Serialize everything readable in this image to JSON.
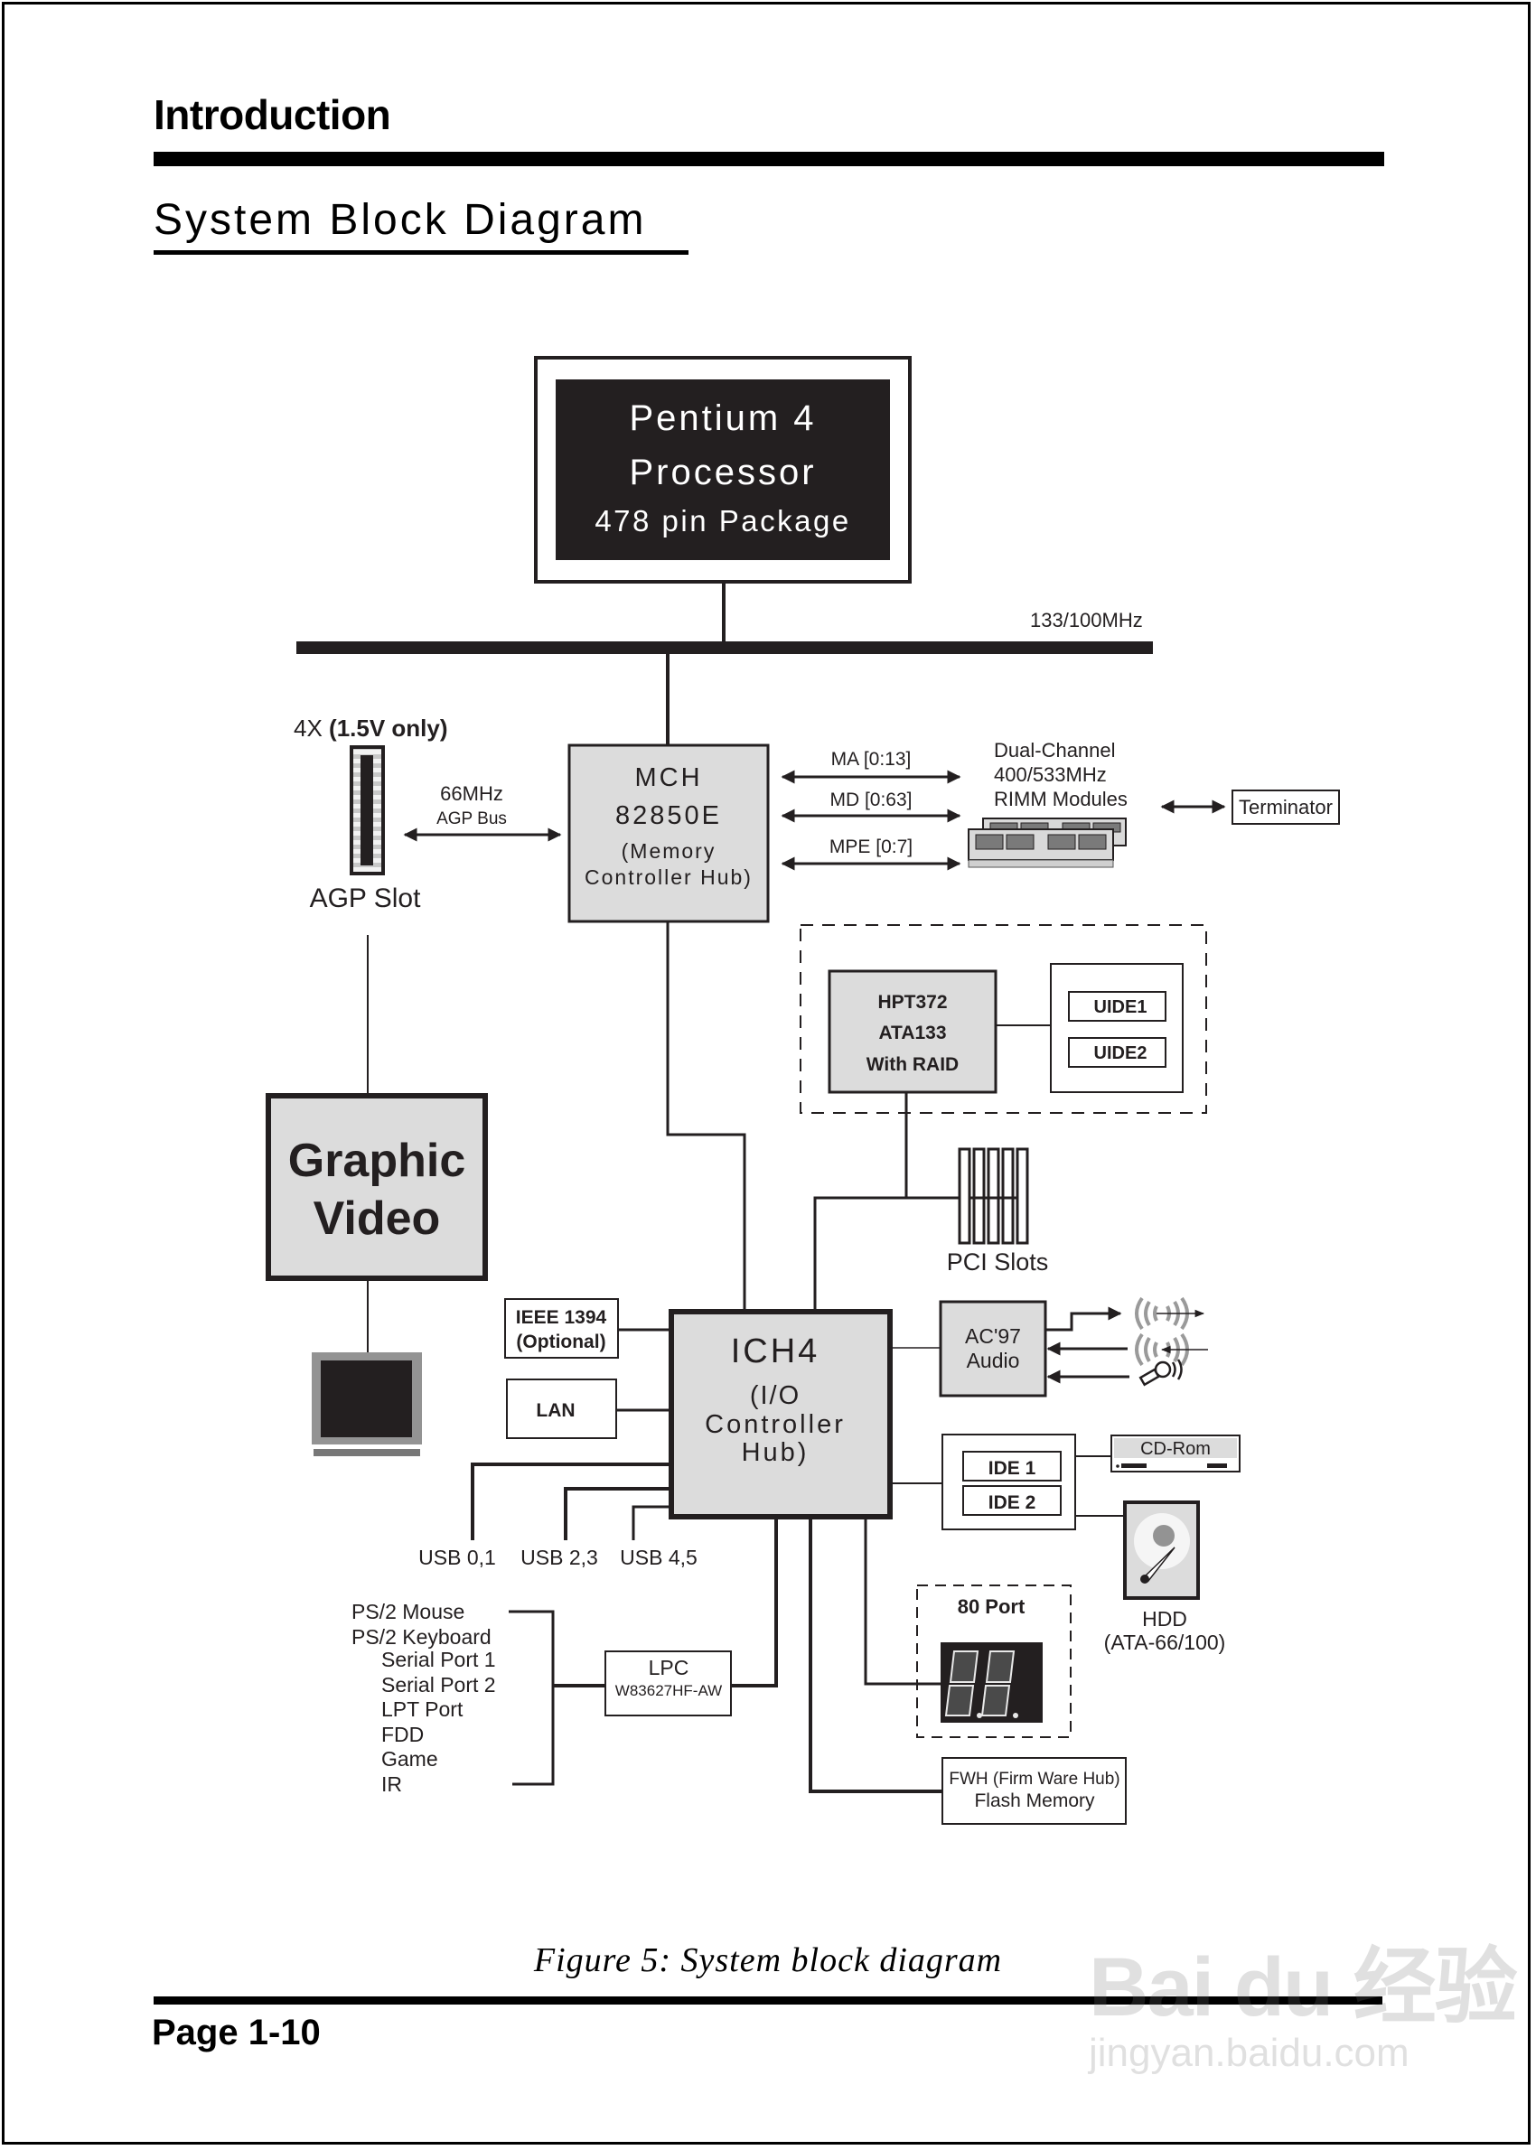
{
  "header": {
    "chapter_title": "Introduction",
    "section_title": "System Block Diagram"
  },
  "diagram": {
    "cpu": {
      "line1": "Pentium 4",
      "line2": "Processor",
      "line3": "478 pin Package"
    },
    "fsb_label": "133/100MHz",
    "agp": {
      "top_label_plain": "4X ",
      "top_label_bold": "(1.5V only)",
      "slot_label": "AGP Slot",
      "bus_speed": "66MHz",
      "bus_name": "AGP Bus"
    },
    "mch": {
      "line1": "MCH",
      "line2": "82850E",
      "line3": "(Memory",
      "line4": "Controller Hub)"
    },
    "memory_buses": [
      "MA [0:13]",
      "MD [0:63]",
      "MPE [0:7]"
    ],
    "rimm": {
      "line1": "Dual-Channel",
      "line2": "400/533MHz",
      "line3": "RIMM Modules"
    },
    "terminator": "Terminator",
    "raid": {
      "line1": "HPT372",
      "line2": "ATA133",
      "line3": "With RAID",
      "ports": [
        "UIDE1",
        "UIDE2"
      ]
    },
    "graphic": {
      "line1": "Graphic",
      "line2": "Video"
    },
    "pci_label": "PCI Slots",
    "ieee": {
      "line1": "IEEE 1394",
      "line2": "(Optional)"
    },
    "lan": "LAN",
    "ich": {
      "line1": "ICH4",
      "line2": "(I/O",
      "line3": "Controller",
      "line4": "Hub)"
    },
    "audio": {
      "line1": "AC'97",
      "line2": "Audio"
    },
    "ide": {
      "ports": [
        "IDE 1",
        "IDE 2"
      ],
      "cdrom": "CD-Rom",
      "hdd_line1": "HDD",
      "hdd_line2": "(ATA-66/100)"
    },
    "usb": [
      "USB 0,1",
      "USB 2,3",
      "USB 4,5"
    ],
    "legacy_io": [
      "PS/2 Mouse",
      "PS/2 Keyboard",
      "Serial Port 1",
      "Serial Port 2",
      "LPT Port",
      "FDD",
      "Game",
      "IR"
    ],
    "lpc": {
      "line1": "LPC",
      "line2": "W83627HF-AW"
    },
    "port80": "80 Port",
    "fwh": {
      "line1": "FWH (Firm Ware Hub)",
      "line2": "Flash Memory"
    },
    "colors": {
      "box_fill": "#dcdcdc",
      "line": "#231f20",
      "dark": "#231f20",
      "monitor_frame": "#939393",
      "speaker": "#9a9a9a"
    }
  },
  "footer": {
    "caption": "Figure 5:  System block diagram",
    "page_number": "Page 1-10"
  },
  "watermark": {
    "brand": "Bai du 经验",
    "url": "jingyan.baidu.com"
  }
}
